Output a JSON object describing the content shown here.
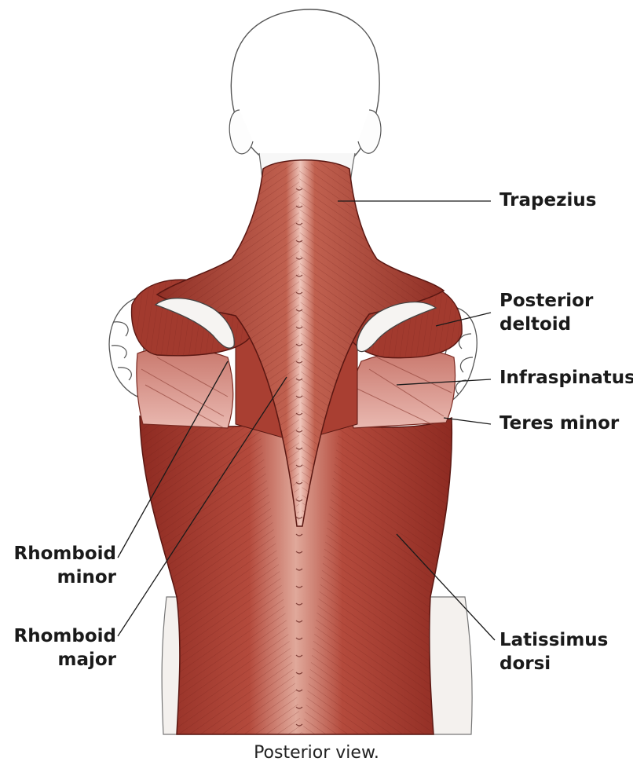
{
  "labels": {
    "trapezius": "Trapezius",
    "posterior_deltoid": [
      "Posterior",
      "deltoid"
    ],
    "infraspinatus": "Infraspinatus",
    "teres_minor": "Teres minor",
    "rhomboid_minor": [
      "Rhomboid",
      "minor"
    ],
    "rhomboid_major": [
      "Rhomboid",
      "major"
    ],
    "latissimus_dorsi": [
      "Latissimus",
      "dorsi"
    ]
  },
  "caption": "Posterior view.",
  "colors": {
    "muscle_dark": "#8e2b22",
    "muscle_mid": "#b2483a",
    "muscle_light": "#d98a7c",
    "infraspinatus": "#dc9a92",
    "skin_outline": "#555555",
    "background": "#ffffff"
  }
}
